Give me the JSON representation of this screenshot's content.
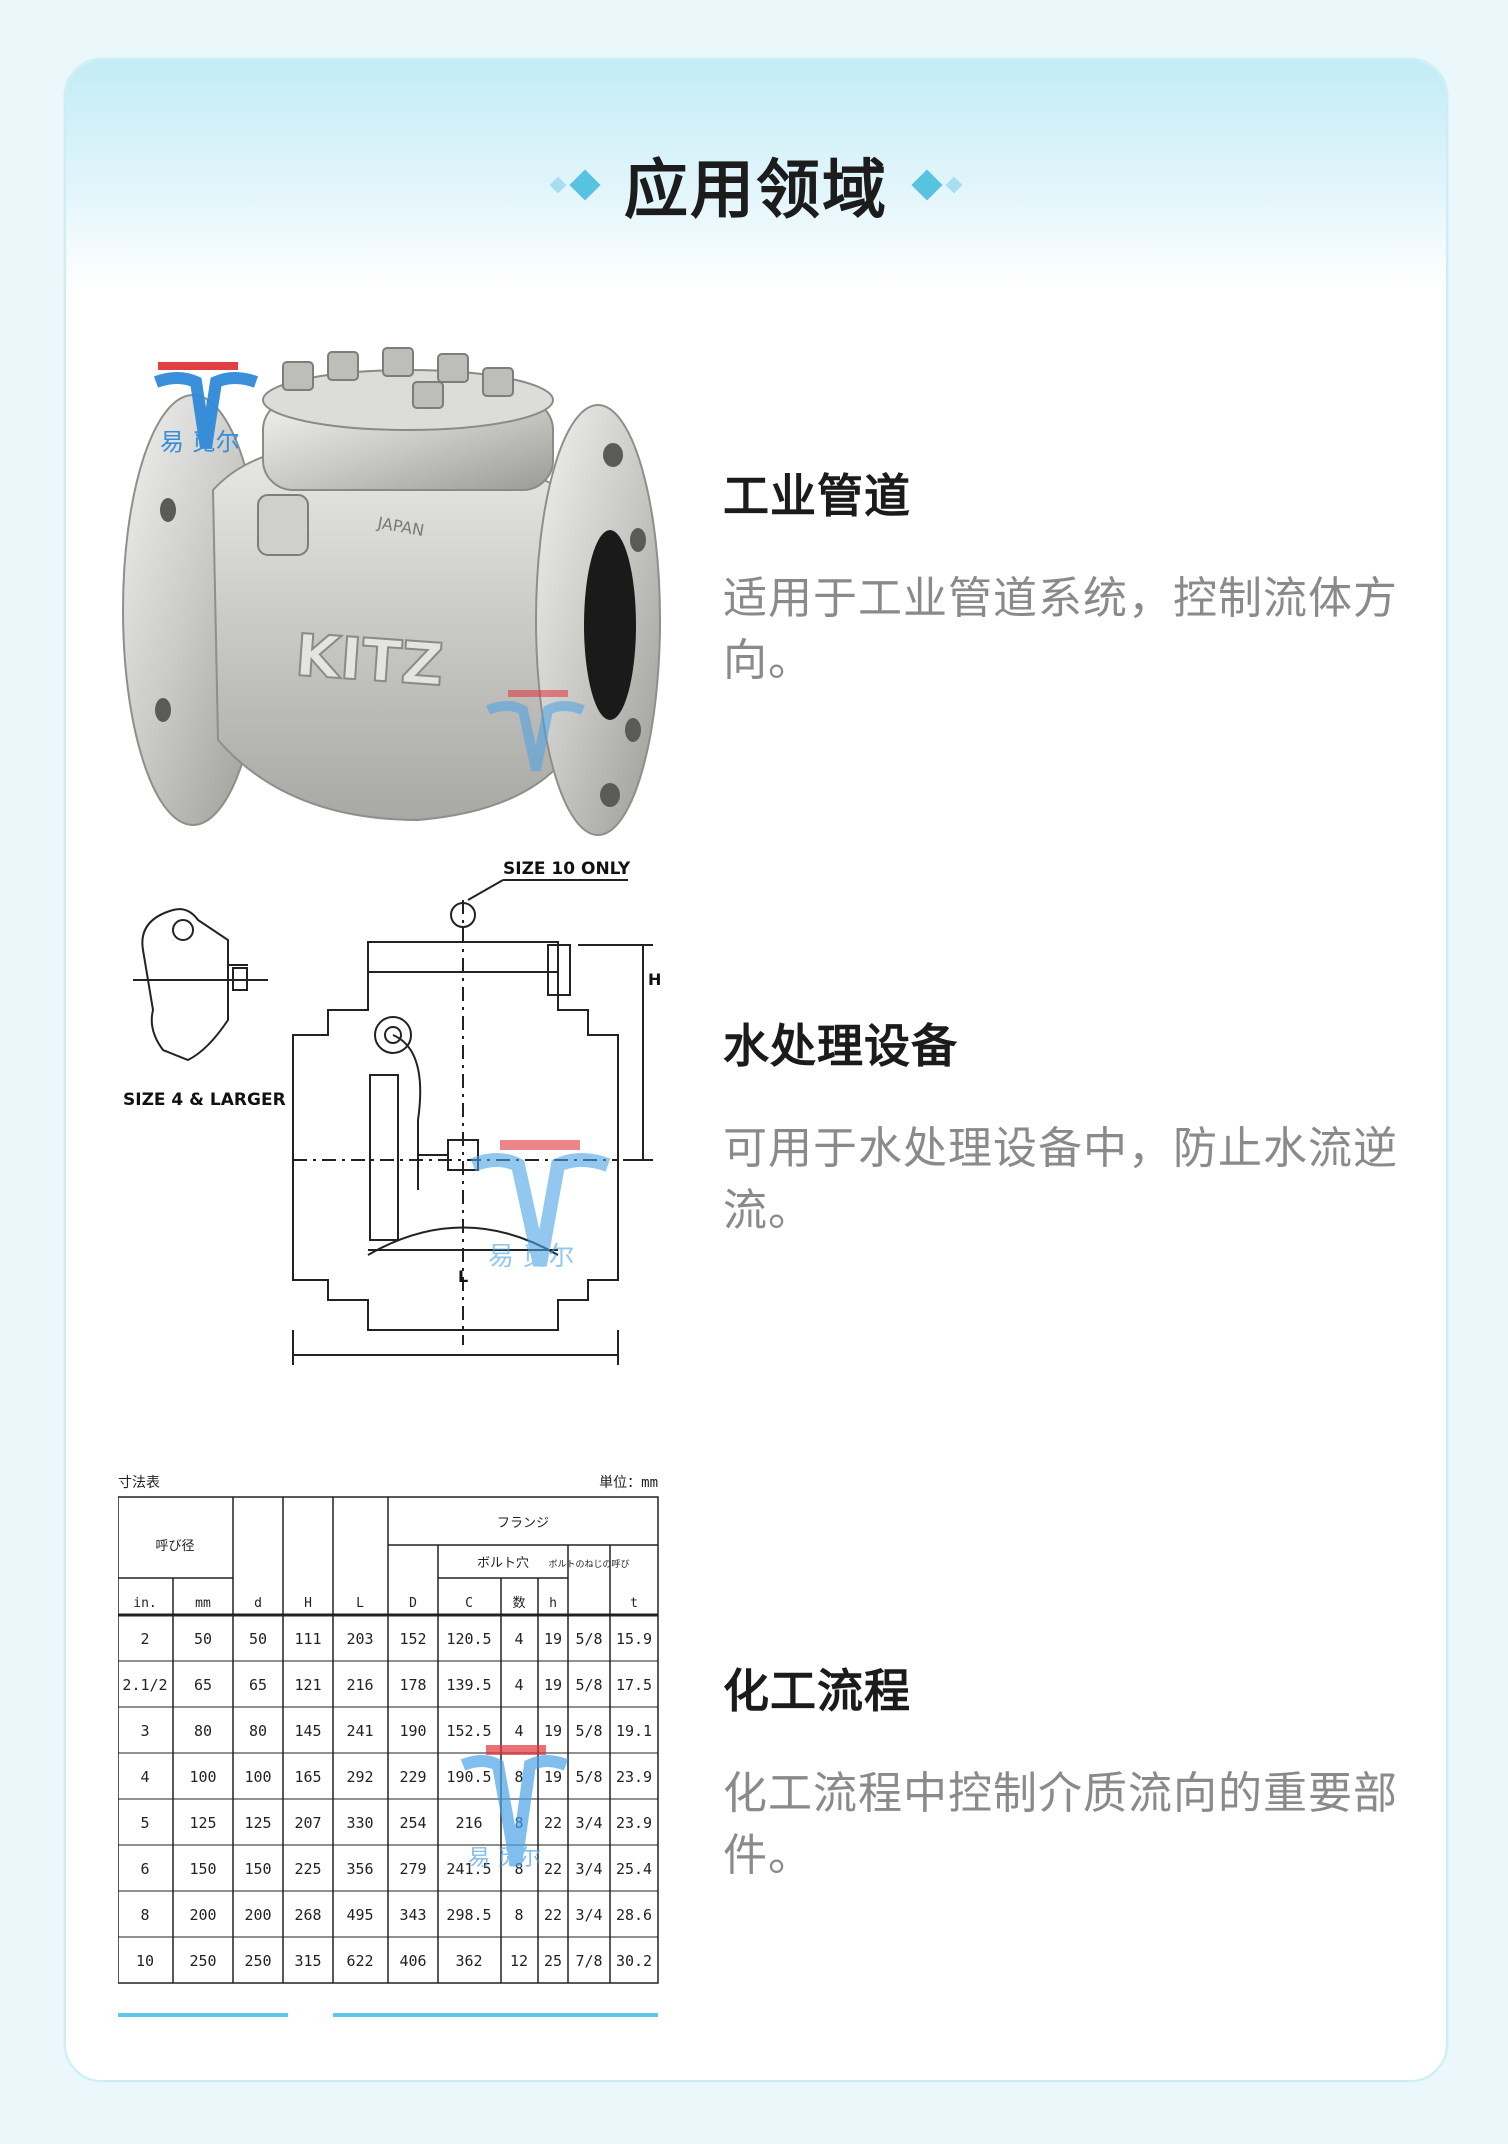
{
  "section": {
    "title": "应用领域"
  },
  "items": [
    {
      "title": "工业管道",
      "description": "适用于工业管道系统，控制流体方向。",
      "image": "swing-check-valve-photo"
    },
    {
      "title": "水处理设备",
      "description": "可用于水处理设备中，防止水流逆流。",
      "image": "valve-drawing",
      "drawing_labels": [
        "SIZE 10 ONLY",
        "SIZE 4 & LARGER",
        "H",
        "L"
      ]
    },
    {
      "title": "化工流程",
      "description": "化工流程中控制介质流向的重要部件。",
      "image": "dimension-table"
    }
  ],
  "photo_text": {
    "brand": "KITZ",
    "origin": "JAPAN"
  },
  "watermark": {
    "text": "易 觅尔"
  },
  "dimension_table": {
    "caption_left": "寸法表",
    "caption_right": "単位：mm",
    "header_nominal": "呼び径",
    "header_flange": "フランジ",
    "header_bolt_hole": "ボルト穴",
    "header_bolt_thread": "ボルトのねじの呼び",
    "columns": [
      "in.",
      "mm",
      "d",
      "H",
      "L",
      "D",
      "C",
      "数",
      "h",
      "",
      "t"
    ],
    "rows": [
      [
        "2",
        "50",
        "50",
        "111",
        "203",
        "152",
        "120.5",
        "4",
        "19",
        "5/8",
        "15.9"
      ],
      [
        "2.1/2",
        "65",
        "65",
        "121",
        "216",
        "178",
        "139.5",
        "4",
        "19",
        "5/8",
        "17.5"
      ],
      [
        "3",
        "80",
        "80",
        "145",
        "241",
        "190",
        "152.5",
        "4",
        "19",
        "5/8",
        "19.1"
      ],
      [
        "4",
        "100",
        "100",
        "165",
        "292",
        "229",
        "190.5",
        "8",
        "19",
        "5/8",
        "23.9"
      ],
      [
        "5",
        "125",
        "125",
        "207",
        "330",
        "254",
        "216",
        "8",
        "22",
        "3/4",
        "23.9"
      ],
      [
        "6",
        "150",
        "150",
        "225",
        "356",
        "279",
        "241.5",
        "8",
        "22",
        "3/4",
        "25.4"
      ],
      [
        "8",
        "200",
        "200",
        "268",
        "495",
        "343",
        "298.5",
        "8",
        "22",
        "3/4",
        "28.6"
      ],
      [
        "10",
        "250",
        "250",
        "315",
        "622",
        "406",
        "362",
        "12",
        "25",
        "7/8",
        "30.2"
      ]
    ]
  },
  "colors": {
    "accent": "#58c3de",
    "title": "#1b1b1b",
    "desc": "#8a8a8a",
    "watermark_red": "#e0353b",
    "watermark_blue": "#2f8ad8"
  }
}
